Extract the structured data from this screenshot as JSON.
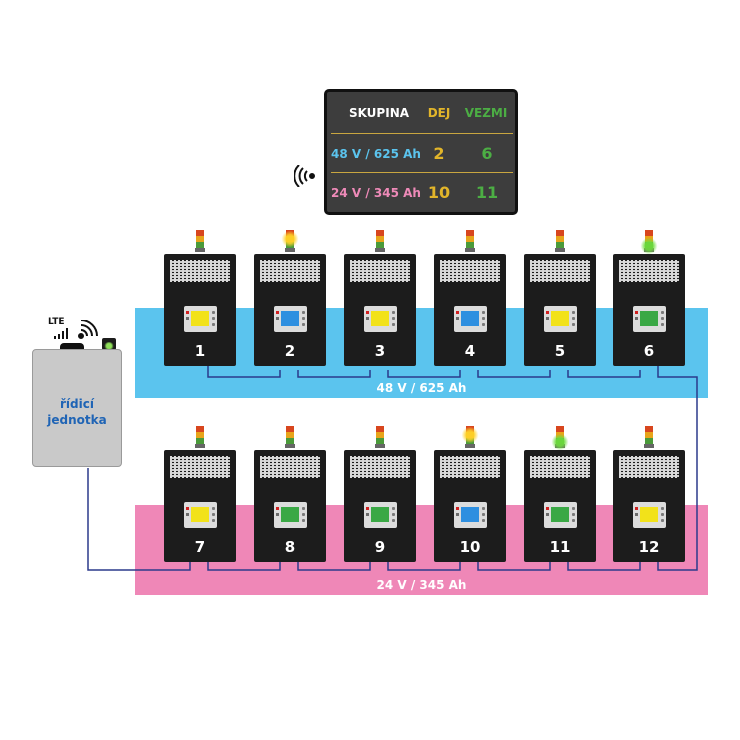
{
  "scoreboard": {
    "headers": {
      "group": "SKUPINA",
      "give": "DEJ",
      "take": "VEZMI"
    },
    "rows": [
      {
        "group": "48 V / 625 Ah",
        "give": "2",
        "take": "6",
        "color": "#5bc4ee"
      },
      {
        "group": "24 V / 345 Ah",
        "give": "10",
        "take": "11",
        "color": "#ee8ab8"
      }
    ],
    "colors": {
      "give": "#e2b52a",
      "take": "#4cae44",
      "header": "#ffffff"
    }
  },
  "control_unit": {
    "line1": "řídicí",
    "line2": "jednotka",
    "network": "LTE"
  },
  "groups": [
    {
      "label": "48 V / 625 Ah",
      "color": "#5bc4ee"
    },
    {
      "label": "24 V / 345 Ah",
      "color": "#ef87b7"
    }
  ],
  "chargers": [
    {
      "number": "1",
      "screen": "yellow",
      "lamp": "off"
    },
    {
      "number": "2",
      "screen": "blue",
      "lamp": "yellow"
    },
    {
      "number": "3",
      "screen": "yellow",
      "lamp": "off"
    },
    {
      "number": "4",
      "screen": "blue",
      "lamp": "off"
    },
    {
      "number": "5",
      "screen": "yellow",
      "lamp": "off"
    },
    {
      "number": "6",
      "screen": "green",
      "lamp": "green"
    },
    {
      "number": "7",
      "screen": "yellow",
      "lamp": "off"
    },
    {
      "number": "8",
      "screen": "green",
      "lamp": "off"
    },
    {
      "number": "9",
      "screen": "green",
      "lamp": "off"
    },
    {
      "number": "10",
      "screen": "blue",
      "lamp": "yellow"
    },
    {
      "number": "11",
      "screen": "green",
      "lamp": "green"
    },
    {
      "number": "12",
      "screen": "yellow",
      "lamp": "off"
    }
  ],
  "screen_colors": {
    "yellow": "#f2e21a",
    "blue": "#2e8fe0",
    "green": "#3aa845"
  },
  "icons": {
    "wireless": "wireless-icon",
    "signal": "signal-bars-icon"
  }
}
